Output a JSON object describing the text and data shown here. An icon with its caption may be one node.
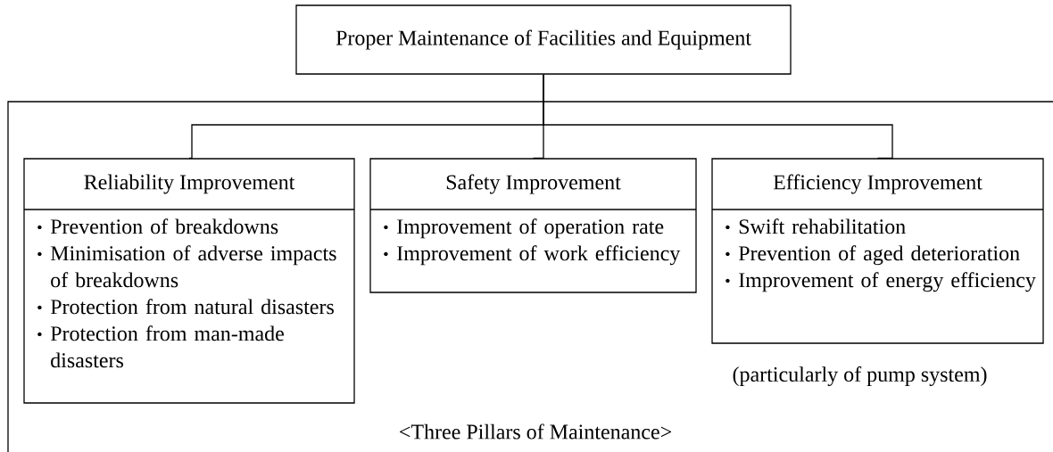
{
  "diagram": {
    "caption": "<Three Pillars of Maintenance>",
    "nodes": [
      {
        "text": [
          "Proper Maintenance of Facilities and Equipment"
        ]
      },
      {
        "text": [
          "Reliability Improvement",
          "Prevention of breakdowns",
          "Minimisation of adverse impacts of breakdowns",
          "Protection from natural disasters",
          "Protection from man-made disasters"
        ]
      },
      {
        "text": [
          "Safety Improvement",
          "Improvement of operation rate",
          "Improvement of work efficiency"
        ]
      },
      {
        "text": [
          "Efficiency Improvement",
          "Swift rehabilitation",
          "Prevention of aged deterioration",
          "Improvement of energy efficiency"
        ],
        "beside": [
          "(particularly of pump system)"
        ]
      }
    ],
    "edges": [
      {
        "from": 0,
        "to": 1,
        "arrow": "none"
      },
      {
        "from": 0,
        "to": 2,
        "arrow": "none"
      },
      {
        "from": 0,
        "to": 3,
        "arrow": "none"
      }
    ]
  }
}
